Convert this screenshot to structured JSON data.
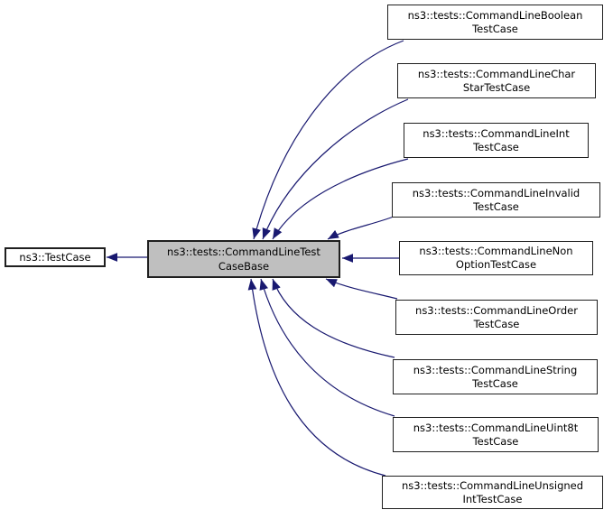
{
  "diagram": {
    "colors": {
      "edge": "#191970",
      "node_border": "#1f1f1f",
      "node_fill": "#ffffff",
      "focus_fill": "#bfbfbf",
      "text": "#000000",
      "background": "#ffffff"
    },
    "base": {
      "label": "ns3::TestCase"
    },
    "focus": {
      "label": "ns3::tests::CommandLineTestCaseBase",
      "lines": [
        "ns3::tests::CommandLineTest",
        "CaseBase"
      ]
    },
    "derived": [
      {
        "label": "ns3::tests::CommandLineBooleanTestCase",
        "lines": [
          "ns3::tests::CommandLineBoolean",
          "TestCase"
        ]
      },
      {
        "label": "ns3::tests::CommandLineCharStarTestCase",
        "lines": [
          "ns3::tests::CommandLineChar",
          "StarTestCase"
        ]
      },
      {
        "label": "ns3::tests::CommandLineIntTestCase",
        "lines": [
          "ns3::tests::CommandLineInt",
          "TestCase"
        ]
      },
      {
        "label": "ns3::tests::CommandLineInvalidTestCase",
        "lines": [
          "ns3::tests::CommandLineInvalid",
          "TestCase"
        ]
      },
      {
        "label": "ns3::tests::CommandLineNonOptionTestCase",
        "lines": [
          "ns3::tests::CommandLineNon",
          "OptionTestCase"
        ]
      },
      {
        "label": "ns3::tests::CommandLineOrderTestCase",
        "lines": [
          "ns3::tests::CommandLineOrder",
          "TestCase"
        ]
      },
      {
        "label": "ns3::tests::CommandLineStringTestCase",
        "lines": [
          "ns3::tests::CommandLineString",
          "TestCase"
        ]
      },
      {
        "label": "ns3::tests::CommandLineUint8tTestCase",
        "lines": [
          "ns3::tests::CommandLineUint8t",
          "TestCase"
        ]
      },
      {
        "label": "ns3::tests::CommandLineUnsignedIntTestCase",
        "lines": [
          "ns3::tests::CommandLineUnsigned",
          "IntTestCase"
        ]
      }
    ]
  }
}
